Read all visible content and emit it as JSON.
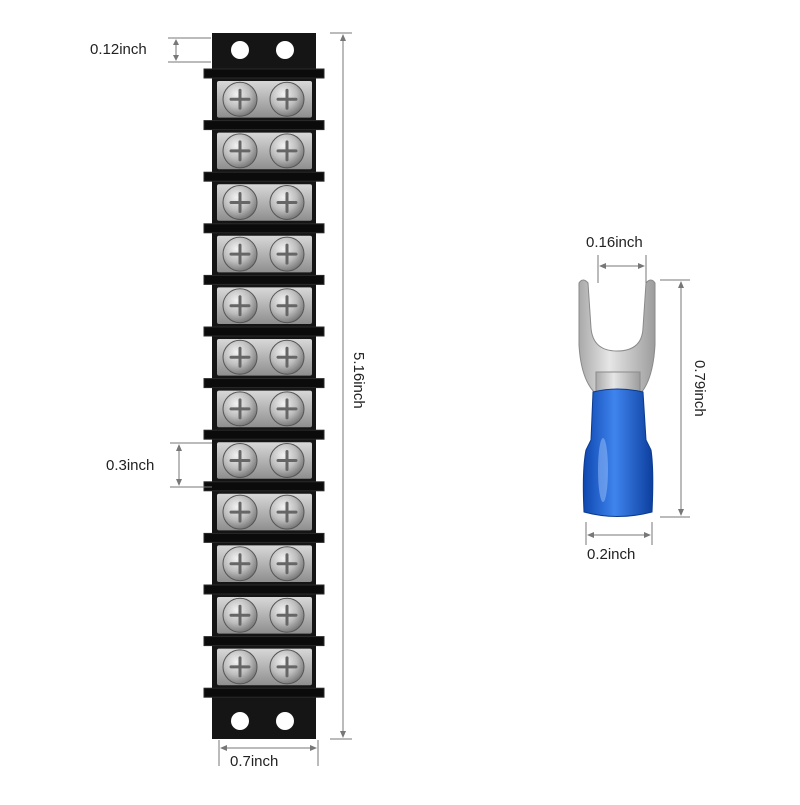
{
  "terminal_block": {
    "terminal_count": 12,
    "dimensions": {
      "hole_margin": "0.12inch",
      "terminal_pitch": "0.3inch",
      "total_length": "5.16inch",
      "width": "0.7inch"
    },
    "colors": {
      "body": "#151515",
      "screw": "#c9c9c9",
      "plate": "#b8b8b8"
    }
  },
  "spade_connector": {
    "dimensions": {
      "fork_gap": "0.16inch",
      "length": "0.79inch",
      "sleeve_width": "0.2inch"
    },
    "colors": {
      "metal": "#c4c4c4",
      "sleeve": "#1d63d6"
    }
  },
  "colors": {
    "dimension_line": "#777777",
    "text": "#222222",
    "background": "#ffffff"
  }
}
